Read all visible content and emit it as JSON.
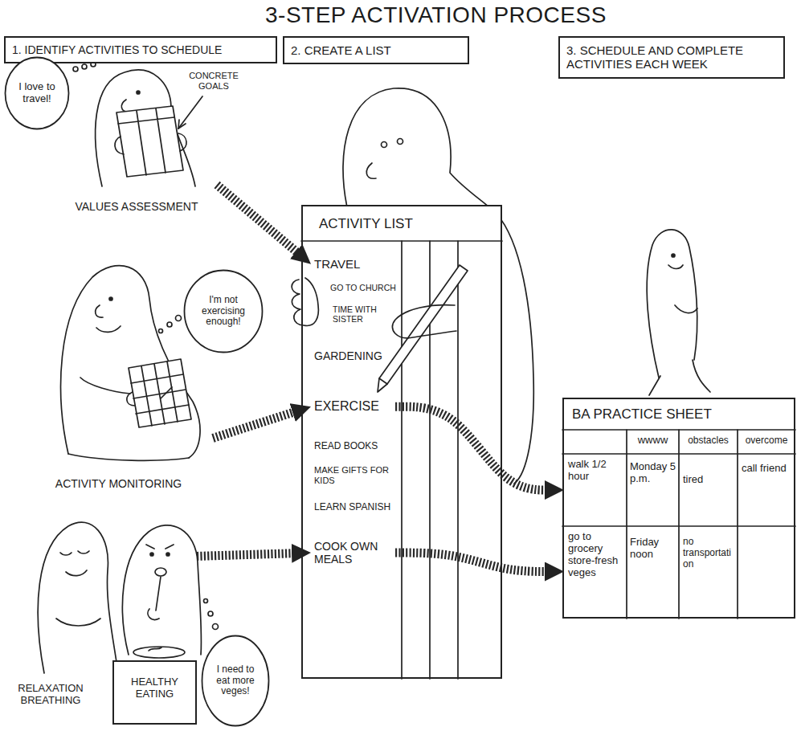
{
  "diagram": {
    "title": "3-STEP ACTIVATION PROCESS",
    "nodes": [
      {
        "text": [
          "1. IDENTIFY ACTIVITIES TO SCHEDULE"
        ]
      },
      {
        "text": [
          "2. CREATE A LIST"
        ]
      },
      {
        "text": [
          "3. SCHEDULE AND COMPLETE ACTIVITIES EACH WEEK"
        ]
      },
      {
        "text": [
          "I love to travel!"
        ]
      },
      {
        "text": [
          "VALUES ASSESSMENT"
        ]
      },
      {
        "text": [
          "ACTIVITY LIST"
        ]
      },
      {
        "text": [
          "TRAVEL"
        ],
        "in": 5
      },
      {
        "text": [
          "GO TO CHURCH"
        ],
        "in": 5
      },
      {
        "text": [
          "TIME WITH SISTER"
        ],
        "in": 5
      },
      {
        "text": [
          "GARDENING"
        ],
        "in": 5
      },
      {
        "text": [
          "EXERCISE"
        ],
        "in": 5
      },
      {
        "text": [
          "READ BOOKS"
        ],
        "in": 5
      },
      {
        "text": [
          "MAKE GIFTS FOR KIDS"
        ],
        "in": 5
      },
      {
        "text": [
          "LEARN SPANISH"
        ],
        "in": 5
      },
      {
        "text": [
          "COOK OWN MEALS"
        ],
        "in": 5
      },
      {
        "text": [
          "I'm not exercising enough!"
        ]
      },
      {
        "text": [
          "ACTIVITY MONITORING"
        ]
      },
      {
        "text": [
          "BA PRACTICE SHEET"
        ]
      },
      {
        "text": [
          "walk 1/2 hour"
        ],
        "in": 17
      },
      {
        "text": [
          "go to grocery store-fresh veges"
        ],
        "in": 17
      },
      {
        "text": [
          "I need to eat more veges!"
        ]
      },
      {
        "text": [
          "HEALTHY EATING"
        ]
      }
    ],
    "edges": [
      {
        "from": 4,
        "to": 6,
        "arrow": "to"
      },
      {
        "from": 16,
        "to": 10,
        "arrow": "to"
      },
      {
        "from": 21,
        "to": 14,
        "arrow": "to"
      },
      {
        "from": 10,
        "to": 18,
        "arrow": "to"
      },
      {
        "from": 14,
        "to": 19,
        "arrow": "to"
      }
    ],
    "labels": [
      "CONCRETE GOALS",
      "RELAXATION BREATHING",
      "wwww",
      "obstacles",
      "overcome",
      "Monday 5 p.m.",
      "tired",
      "call friend",
      "Friday noon",
      "no transportation"
    ]
  }
}
